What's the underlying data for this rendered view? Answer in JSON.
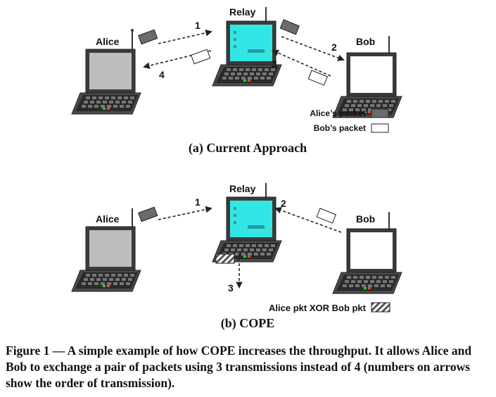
{
  "panel_a": {
    "caption": "(a) Current Approach",
    "nodes": {
      "alice": "Alice",
      "relay": "Relay",
      "bob": "Bob"
    },
    "steps": [
      "1",
      "2",
      "3",
      "4"
    ],
    "legend": {
      "alice_packet": "Alice’s packet",
      "bob_packet": "Bob’s packet"
    }
  },
  "panel_b": {
    "caption": "(b) COPE",
    "nodes": {
      "alice": "Alice",
      "relay": "Relay",
      "bob": "Bob"
    },
    "steps": [
      "1",
      "2",
      "3"
    ],
    "legend": {
      "xor_packet": "Alice  pkt XOR Bob  pkt"
    }
  },
  "figure_caption": "Figure 1 — A simple example of how COPE increases the throughput. It allows Alice and Bob to exchange a pair of packets using 3 transmissions instead of 4 (numbers on arrows show the order of transmission).",
  "colors": {
    "alice_packet": "#6b6b6b",
    "bob_packet": "#ffffff",
    "alice_screen": "#bdbdbd",
    "relay_screen": "#33e6e6",
    "bob_screen": "#ffffff"
  }
}
